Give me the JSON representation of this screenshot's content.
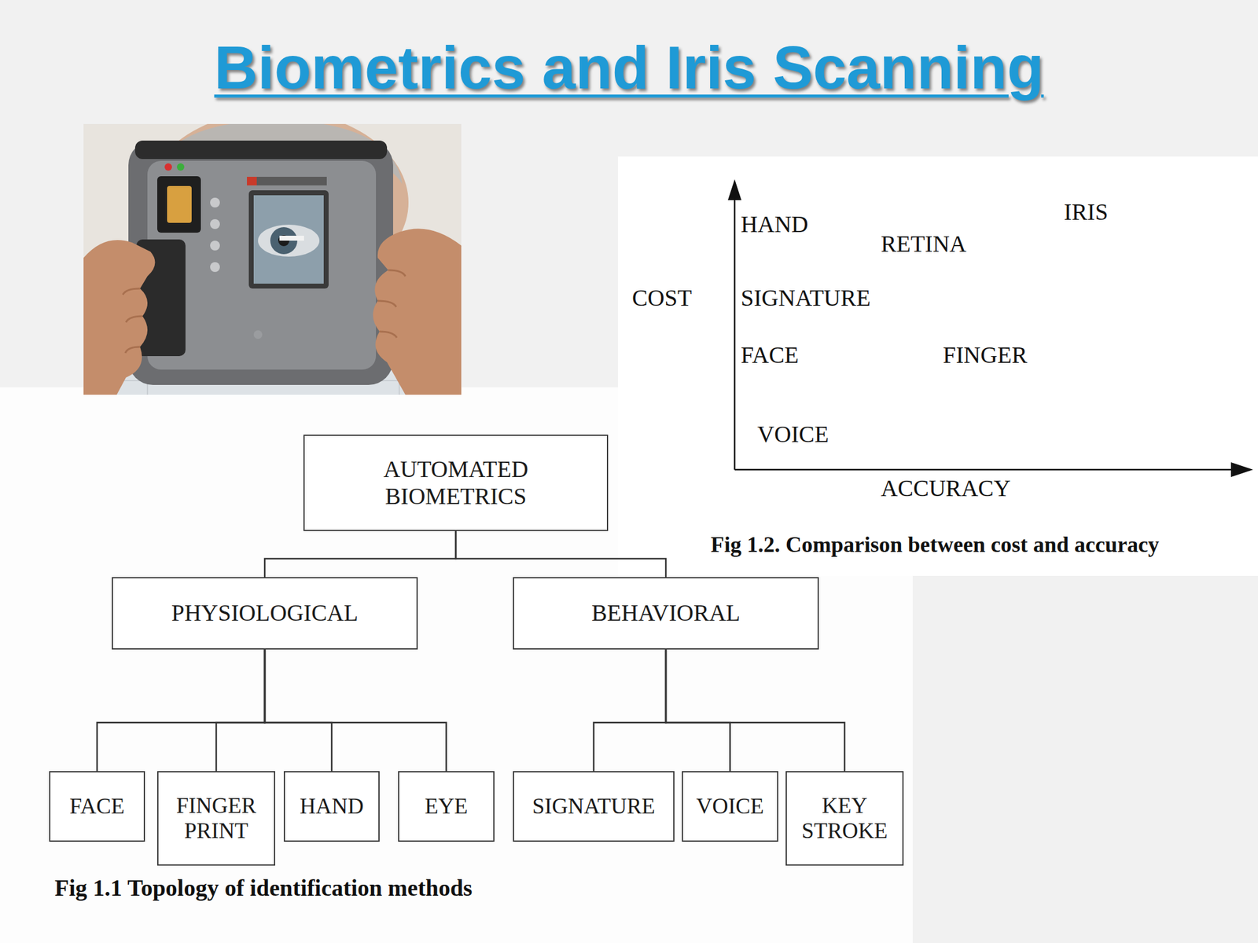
{
  "diagram": {
    "title": "Biometrics and Iris Scanning",
    "caption": "Fig 1.1 Topology of identification methods",
    "nodes": [
      {
        "text": [
          "AUTOMATED BIOMETRICS"
        ]
      },
      {
        "text": [
          "PHYSIOLOGICAL"
        ]
      },
      {
        "text": [
          "BEHAVIORAL"
        ]
      },
      {
        "text": [
          "FACE"
        ]
      },
      {
        "text": [
          "FINGER PRINT"
        ]
      },
      {
        "text": [
          "HAND"
        ]
      },
      {
        "text": [
          "EYE"
        ]
      },
      {
        "text": [
          "SIGNATURE"
        ]
      },
      {
        "text": [
          "VOICE"
        ]
      },
      {
        "text": [
          "KEY STROKE"
        ]
      }
    ],
    "edges": [
      {
        "from": 0,
        "to": 1,
        "arrow": "none"
      },
      {
        "from": 0,
        "to": 2,
        "arrow": "none"
      },
      {
        "from": 1,
        "to": 3,
        "arrow": "none"
      },
      {
        "from": 1,
        "to": 4,
        "arrow": "none"
      },
      {
        "from": 1,
        "to": 5,
        "arrow": "none"
      },
      {
        "from": 1,
        "to": 6,
        "arrow": "none"
      },
      {
        "from": 2,
        "to": 7,
        "arrow": "none"
      },
      {
        "from": 2,
        "to": 8,
        "arrow": "none"
      },
      {
        "from": 2,
        "to": 9,
        "arrow": "none"
      }
    ],
    "labels": [
      "HAND",
      "RETINA",
      "IRIS",
      "COST",
      "SIGNATURE",
      "FACE",
      "FINGER",
      "VOICE",
      "ACCURACY",
      "Fig 1.2. Comparison between cost and accuracy"
    ]
  }
}
